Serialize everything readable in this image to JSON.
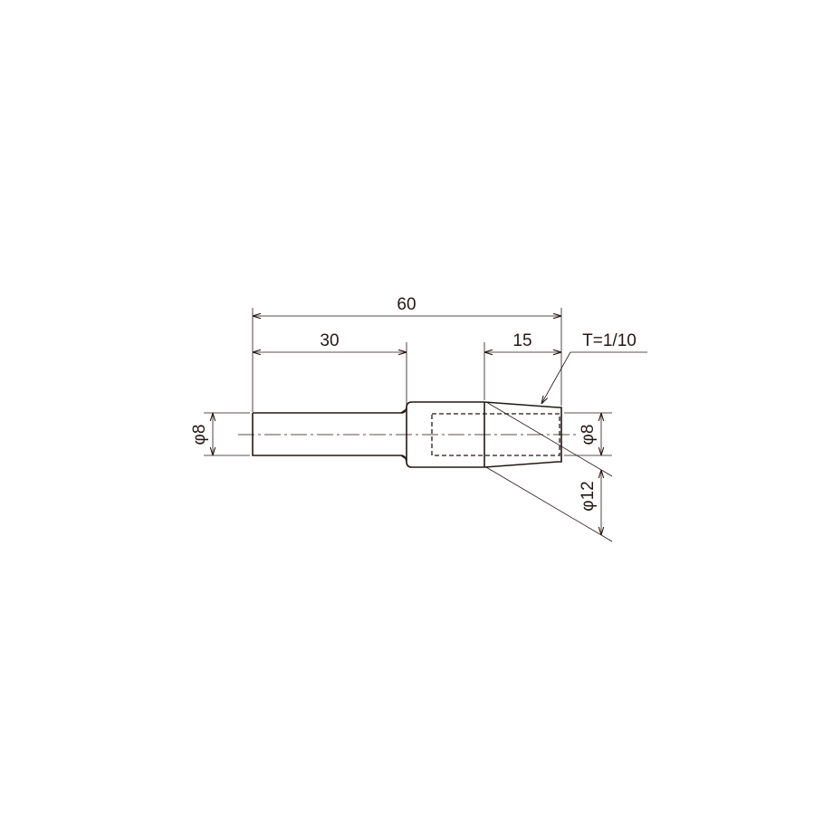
{
  "drawing": {
    "dimensions": {
      "overall_length": "60",
      "shank_length": "30",
      "taper_length": "15",
      "taper_note": "T=1/10",
      "shank_diameter": "φ8",
      "tip_diameter": "φ8",
      "body_diameter": "φ12"
    },
    "colors": {
      "line": "#231815",
      "background": "#ffffff"
    }
  }
}
